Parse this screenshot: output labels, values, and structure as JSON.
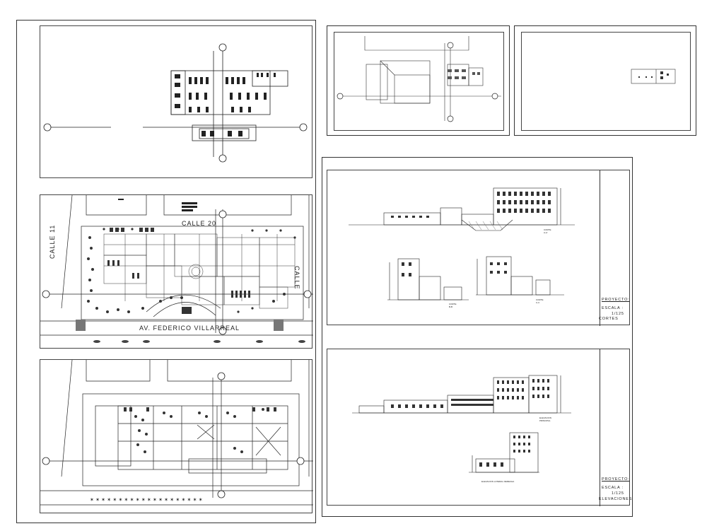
{
  "plans": {
    "street_top": "CALLE 20",
    "street_left": "CALLE 11",
    "street_right": "CALLE",
    "avenue": "AV. FEDERICO VILLARREAL"
  },
  "sections": {
    "label_main": "CORTE",
    "label_main_sub": "A-A'",
    "label_b": "CORTE",
    "label_b_sub": "B-B",
    "label_c": "CORTE",
    "label_c_sub": "C-C"
  },
  "elevations": {
    "label_principal": "ELEVACION",
    "label_principal_sub": "PRINCIPAL",
    "label_lateral": "ELEVACION LATERAL DERECHA"
  },
  "title_block_cortes": {
    "project": "PROYECTO:",
    "scale_label": "ESCALA :",
    "scale_value": "1/125",
    "sheet_name": "CORTES"
  },
  "title_block_elevaciones": {
    "project": "PROYECTO:",
    "scale_label": "ESCALA :",
    "scale_value": "1/125",
    "sheet_name": "ELEVACIONES"
  },
  "colors": {
    "line": "#222222",
    "hatch": "#555555",
    "dark": "#111111"
  }
}
